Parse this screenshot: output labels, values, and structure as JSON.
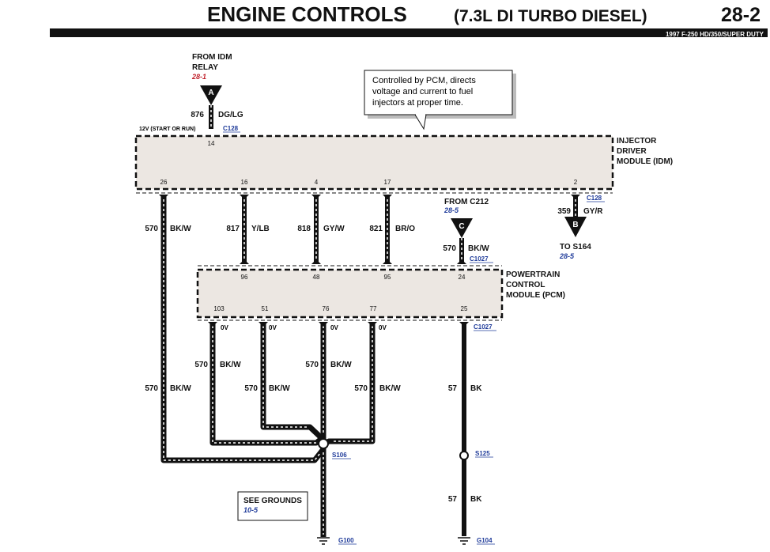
{
  "header": {
    "title": "ENGINE CONTROLS",
    "subtitle": "(7.3L DI TURBO DIESEL)",
    "page_number": "28-2",
    "vehicle": "1997 F-250 HD/350/SUPER DUTY"
  },
  "note": {
    "line1": "Controlled by PCM, directs",
    "line2": "voltage and current to fuel",
    "line3": "injectors at proper time."
  },
  "idm_relay": {
    "line1": "FROM IDM",
    "line2": "RELAY",
    "ref": "28-1",
    "connector_letter": "A",
    "circuit": "876",
    "color": "DG/LG",
    "power_note": "12V (START OR RUN)",
    "connector": "C128",
    "pin": "14"
  },
  "idm_module": {
    "line1": "INJECTOR",
    "line2": "DRIVER",
    "line3": "MODULE (IDM)",
    "pins": [
      "26",
      "16",
      "4",
      "17",
      "2"
    ],
    "connector_bottom": "C128"
  },
  "idm_wires": [
    {
      "circuit": "817",
      "color": "Y/LB"
    },
    {
      "circuit": "818",
      "color": "GY/W"
    },
    {
      "circuit": "821",
      "color": "BR/O"
    }
  ],
  "left_wire": {
    "circuit": "570",
    "color": "BK/W"
  },
  "s164": {
    "circuit": "359",
    "color": "GY/R",
    "connector_letter": "B",
    "label": "TO S164",
    "ref": "28-5"
  },
  "c212": {
    "label": "FROM C212",
    "ref": "28-5",
    "connector_letter": "C",
    "circuit": "570",
    "color": "BK/W",
    "connector": "C1027"
  },
  "pcm_module": {
    "line1": "POWERTRAIN",
    "line2": "CONTROL",
    "line3": "MODULE (PCM)",
    "top_pins": [
      "96",
      "48",
      "95",
      "24"
    ],
    "bottom_pins": [
      "103",
      "51",
      "76",
      "77",
      "25"
    ],
    "connector_bottom": "C1027"
  },
  "ground_voltage": "0V",
  "ground_wires": [
    {
      "circuit": "570",
      "color": "BK/W"
    },
    {
      "circuit": "570",
      "color": "BK/W"
    },
    {
      "circuit": "570",
      "color": "BK/W"
    },
    {
      "circuit": "570",
      "color": "BK/W"
    }
  ],
  "pcm_wire": {
    "circuit": "57",
    "color": "BK"
  },
  "splices": {
    "s106": "S106",
    "s125": "S125"
  },
  "lower_wire": {
    "circuit": "57",
    "color": "BK"
  },
  "see_grounds": {
    "label": "SEE GROUNDS",
    "ref": "10-5"
  },
  "grounds": {
    "g100": "G100",
    "g104": "G104"
  },
  "colors": {
    "wire": "#111111",
    "module_fill": "#ece7e2",
    "ref_red": "#c0202a",
    "ref_blue": "#1f3b9a"
  }
}
